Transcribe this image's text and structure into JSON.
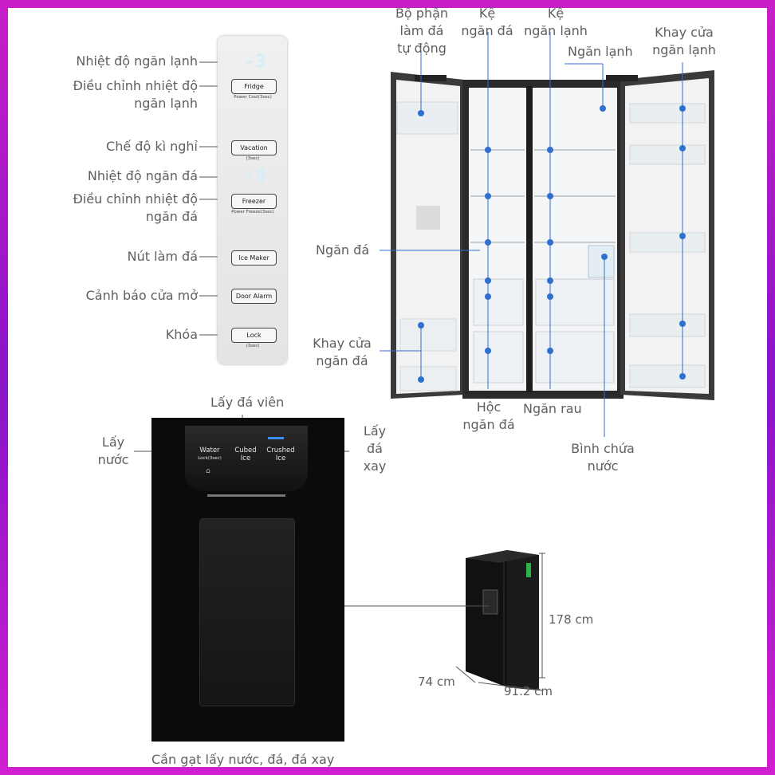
{
  "control_panel": {
    "labels": {
      "fridge_temp": "Nhiệt độ ngăn lạnh",
      "fridge_adjust": "Điều chỉnh nhiệt độ\nngăn lạnh",
      "vacation": "Chế độ kì nghỉ",
      "freezer_temp": "Nhiệt độ ngăn đá",
      "freezer_adjust": "Điều chỉnh nhiệt độ\nngăn đá",
      "ice_maker": "Nút làm đá",
      "door_alarm": "Cảnh báo cửa mở",
      "lock": "Khóa"
    },
    "buttons": {
      "fridge": "Fridge",
      "fridge_sub": "Power Cool(3sec)",
      "vacation": "Vacation",
      "vacation_sub": "(3sec)",
      "freezer": "Freezer",
      "freezer_sub": "Power Freeze(3sec)",
      "ice_maker": "Ice Maker",
      "door_alarm": "Door Alarm",
      "lock": "Lock",
      "lock_sub": "(3sec)"
    },
    "fridge_digits": "-3",
    "freezer_digits": "-9"
  },
  "fridge_labels": {
    "auto_ice": "Bộ phận\nlàm đá\ntự động",
    "freezer_shelf": "Kệ\nngăn đá",
    "fridge_shelf": "Kệ\nngăn lạnh",
    "fridge_compartment": "Ngăn lạnh",
    "fridge_door_tray": "Khay cửa\nngăn lạnh",
    "freezer_compartment": "Ngăn đá",
    "freezer_door_tray": "Khay cửa\nngăn đá",
    "freezer_drawer": "Hộc\nngăn đá",
    "veg_drawer": "Ngăn rau",
    "water_tank": "Bình chứa\nnước"
  },
  "dispenser": {
    "label_cubed": "Lấy đá viên",
    "label_water": "Lấy\nnước",
    "label_crushed": "Lấy\nđá\nxay",
    "label_lever": "Cần gạt lấy nước, đá, đá xay",
    "btn_water": "Water",
    "btn_water_sub": "Lock(3sec)",
    "btn_cubed": "Cubed\nIce",
    "btn_crushed": "Crushed\nIce"
  },
  "dimensions": {
    "height": "178 cm",
    "depth": "74 cm",
    "width": "91.2 cm"
  },
  "colors": {
    "accent_dot": "#2f6fd0",
    "frame": "#c81ec8",
    "label_text": "#5f5f5f"
  }
}
